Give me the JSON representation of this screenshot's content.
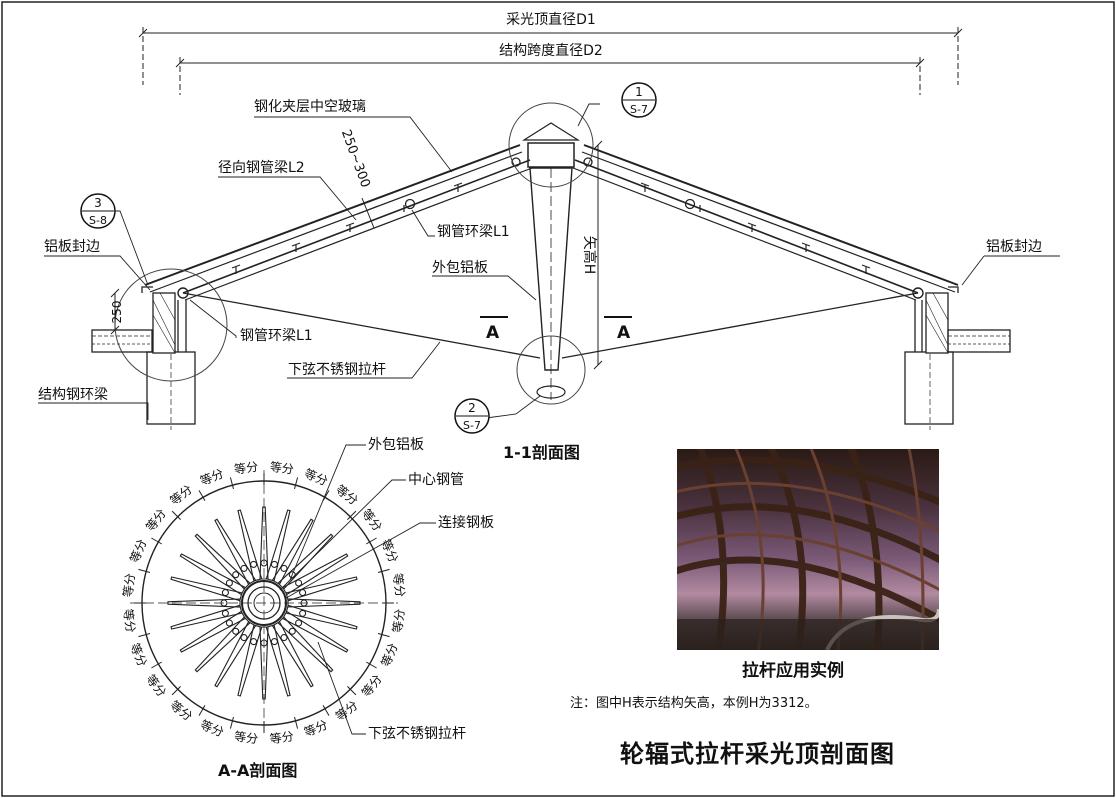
{
  "dimensions": {
    "d1": "采光顶直径D1",
    "d2": "结构跨度直径D2",
    "thickness": "250~300",
    "rise": "矢高H",
    "edge_height": "250"
  },
  "labels": {
    "glass": "钢化夹层中空玻璃",
    "radial_beam": "径向钢管梁L2",
    "ring_beam_upper": "钢管环梁L1",
    "ring_beam_lower": "钢管环梁L1",
    "alu_edge_left": "铝板封边",
    "alu_edge_right": "铝板封边",
    "alu_cladding": "外包铝板",
    "tie_rod": "下弦不锈钢拉杆",
    "steel_ring_beam": "结构钢环梁",
    "section_a_left": "A",
    "section_a_right": "A"
  },
  "detail_refs": [
    {
      "num": "1",
      "sheet": "S-7"
    },
    {
      "num": "3",
      "sheet": "S-8"
    },
    {
      "num": "2",
      "sheet": "S-7"
    }
  ],
  "section_11_title": "1-1剖面图",
  "aa": {
    "title": "A-A剖面图",
    "equal_label": "等分",
    "label_cladding": "外包铝板",
    "label_center_tube": "中心钢管",
    "label_plate": "连接钢板",
    "label_tie": "下弦不锈钢拉杆"
  },
  "photo_caption": "拉杆应用实例",
  "note": "注：图中H表示结构矢高，本例H为3312。",
  "main_title": "轮辐式拉杆采光顶剖面图"
}
